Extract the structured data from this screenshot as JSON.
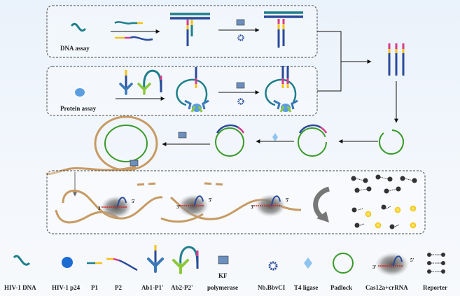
{
  "panels": {
    "dna_assay": "DNA assay",
    "protein_assay": "Protein assay"
  },
  "legend": {
    "hiv1_dna": "HIV-1 DNA",
    "hiv1_p24": "HIV-1 p24",
    "p1": "P1",
    "p2": "P2",
    "ab1_p1": "Ab1-P1'",
    "ab2_p2": "Ab2-P2'",
    "kf_line1": "KF",
    "kf_line2": "polymerase",
    "nbbbvci": "Nb.BbvCI",
    "t4_ligase": "T4 ligase",
    "padlock": "Padlock",
    "cas12a": "Cas12a+crRNA",
    "reporter": "Reporter"
  },
  "labels": {
    "three_prime": "3'",
    "five_prime": "5'"
  },
  "colors": {
    "strand_blue": "#2a4a9a",
    "teal": "#1e7f8c",
    "yellow": "#f2c21b",
    "magenta": "#d63c8c",
    "green": "#3a9a2a",
    "light_blue": "#5a9ee0",
    "ab_green": "#8cc83c",
    "tan": "#c79a63",
    "red": "#e02020"
  }
}
